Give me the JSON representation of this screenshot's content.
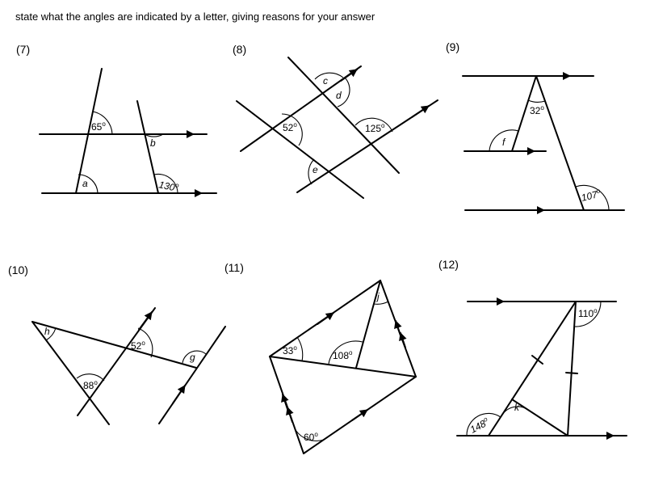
{
  "instruction": "state what the angles are indicated by a letter, giving reasons for your answer",
  "problems": [
    {
      "number": "(7)",
      "angles": {
        "given_1": "65",
        "given_2": "130",
        "a": "a",
        "b": "b"
      }
    },
    {
      "number": "(8)",
      "angles": {
        "given_1": "52",
        "given_2": "125",
        "c": "c",
        "d": "d",
        "e": "e"
      }
    },
    {
      "number": "(9)",
      "angles": {
        "given_1": "32",
        "given_2": "107",
        "f": "f"
      }
    },
    {
      "number": "(10)",
      "angles": {
        "given_1": "52",
        "given_2": "88",
        "h": "h",
        "g": "g"
      }
    },
    {
      "number": "(11)",
      "angles": {
        "given_1": "33",
        "given_2": "108",
        "given_3": "60",
        "j": "j"
      }
    },
    {
      "number": "(12)",
      "angles": {
        "given_1": "110",
        "given_2": "148",
        "k": "k"
      }
    }
  ],
  "degree_symbol": "o"
}
